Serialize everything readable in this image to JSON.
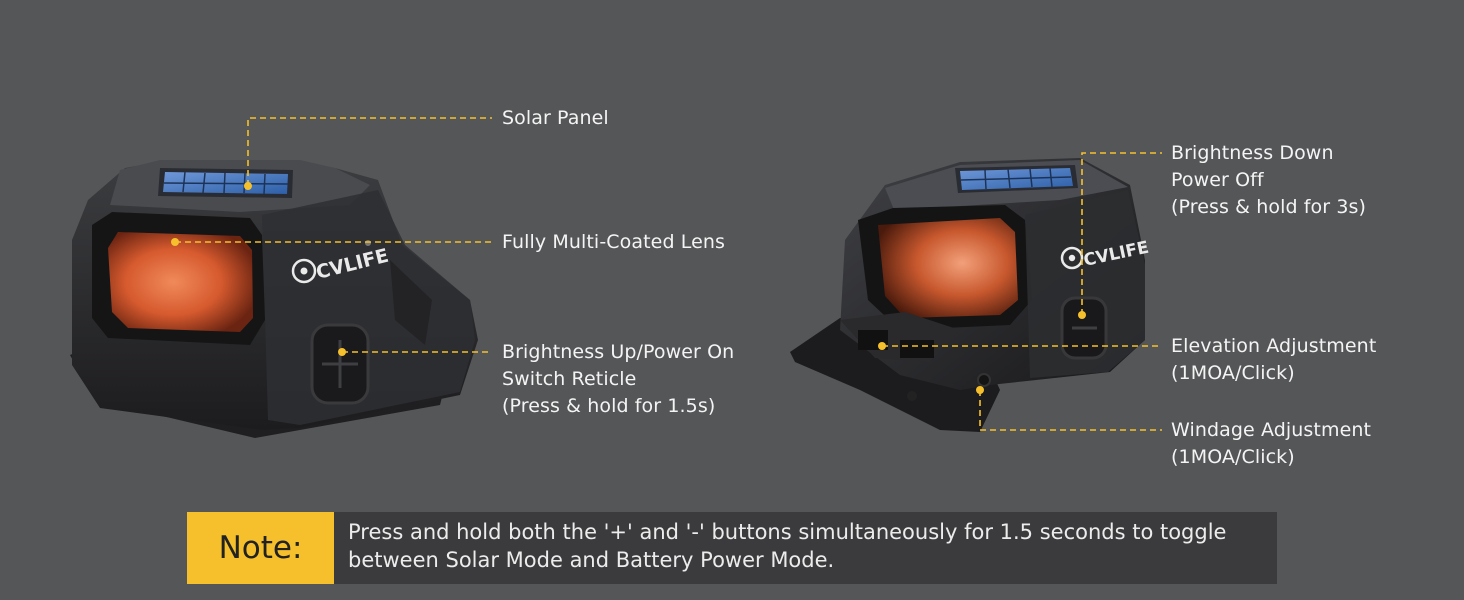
{
  "colors": {
    "background": "#555658",
    "leader_line": "#f5c02c",
    "note_tag": "#f5c02c",
    "note_bar": "#3b3b3d",
    "lens": "#e06a3c"
  },
  "icons": {
    "left_sight": "red-dot-sight-front-view",
    "right_sight": "red-dot-sight-angled-view",
    "solar_cells": "solar-panel-icon"
  },
  "product": {
    "brand": "CVLIFE"
  },
  "callouts": {
    "solar_panel": "Solar Panel",
    "lens": "Fully Multi-Coated Lens",
    "brightness_up": {
      "line1": "Brightness Up/Power On",
      "line2": "Switch Reticle",
      "line3": "(Press & hold for 1.5s)"
    },
    "brightness_down": {
      "line1": "Brightness Down",
      "line2": "Power Off",
      "line3": "(Press & hold for 3s)"
    },
    "elevation": {
      "line1": "Elevation Adjustment",
      "line2": "(1MOA/Click)"
    },
    "windage": {
      "line1": "Windage Adjustment",
      "line2": "(1MOA/Click)"
    }
  },
  "note": {
    "tag": "Note:",
    "line1": "Press and hold both the '+' and '-' buttons simultaneously for 1.5 seconds to toggle",
    "line2": "between Solar Mode and Battery Power Mode."
  }
}
